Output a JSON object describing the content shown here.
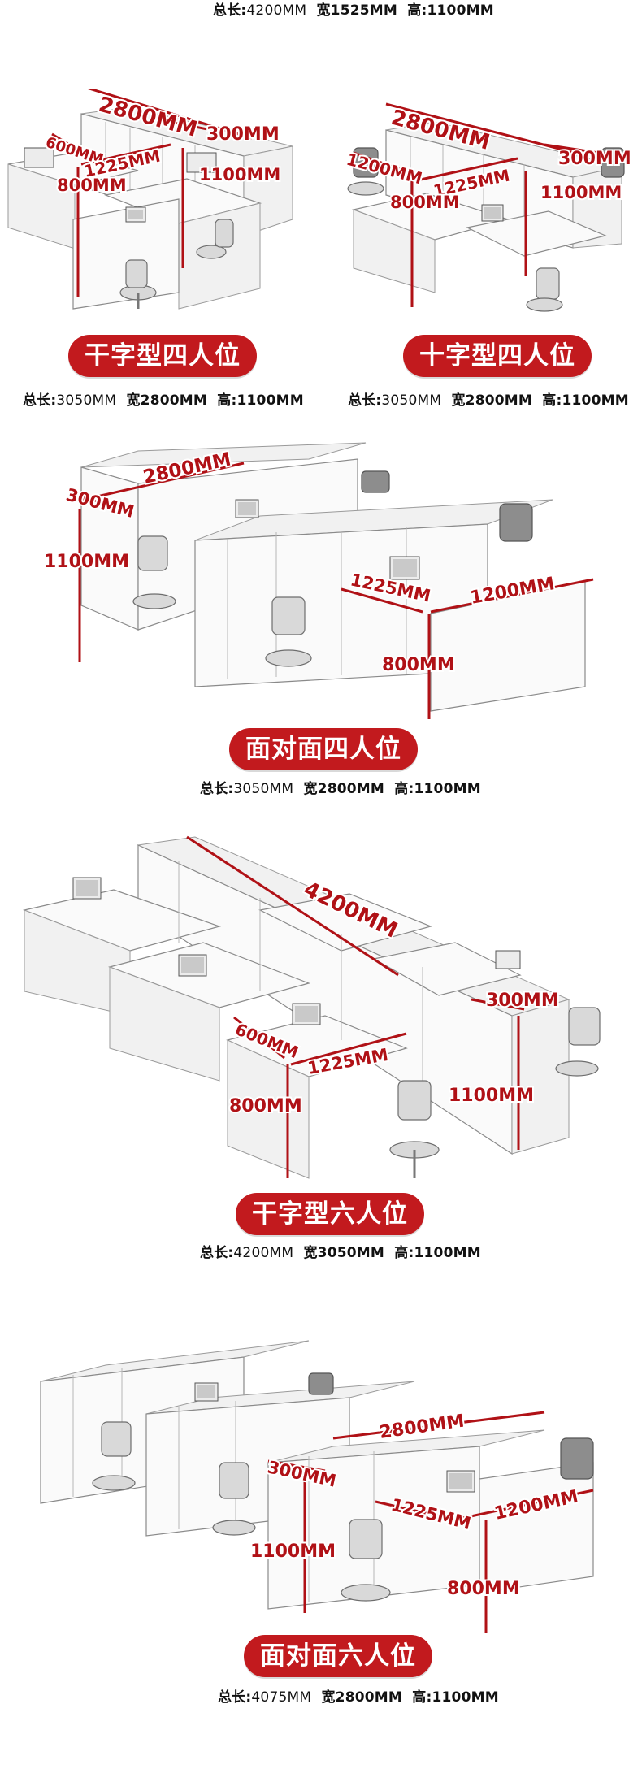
{
  "sections": [
    {
      "spec": {
        "len_label": "总长:",
        "len": "4200MM",
        "wid_label": "宽",
        "wid": "1525MM",
        "hgt_label": "高:",
        "hgt": "1100MM"
      }
    },
    {
      "title": "干字型四人位",
      "dims": {
        "length": "2800MM",
        "depth": "300MM",
        "side": "600MM",
        "desk": "1225MM",
        "height": "1100MM",
        "desk_h": "800MM"
      },
      "spec": {
        "len_label": "总长:",
        "len": "3050MM",
        "wid_label": "宽",
        "wid": "2800MM",
        "hgt_label": "高:",
        "hgt": "1100MM"
      }
    },
    {
      "title": "十字型四人位",
      "dims": {
        "length": "2800MM",
        "depth": "300MM",
        "side": "1200MM",
        "desk": "1225MM",
        "height": "1100MM",
        "desk_h": "800MM"
      },
      "spec": {
        "len_label": "总长:",
        "len": "3050MM",
        "wid_label": "宽",
        "wid": "2800MM",
        "hgt_label": "高:",
        "hgt": "1100MM"
      }
    },
    {
      "title": "面对面四人位",
      "dims": {
        "length": "2800MM",
        "depth": "300MM",
        "height": "1100MM",
        "desk": "1225MM",
        "side": "1200MM",
        "desk_h": "800MM"
      },
      "spec": {
        "len_label": "总长:",
        "len": "3050MM",
        "wid_label": "宽",
        "wid": "2800MM",
        "hgt_label": "高:",
        "hgt": "1100MM"
      }
    },
    {
      "title": "干字型六人位",
      "dims": {
        "length": "4200MM",
        "depth": "300MM",
        "side": "600MM",
        "desk": "1225MM",
        "height": "1100MM",
        "desk_h": "800MM"
      },
      "spec": {
        "len_label": "总长:",
        "len": "4200MM",
        "wid_label": "宽",
        "wid": "3050MM",
        "hgt_label": "高:",
        "hgt": "1100MM"
      }
    },
    {
      "title": "面对面六人位",
      "dims": {
        "length": "2800MM",
        "depth": "300MM",
        "desk": "1225MM",
        "side": "1200MM",
        "height": "1100MM",
        "desk_h": "800MM"
      },
      "spec": {
        "len_label": "总长:",
        "len": "4075MM",
        "wid_label": "宽",
        "wid": "2800MM",
        "hgt_label": "高:",
        "hgt": "1100MM"
      }
    }
  ],
  "colors": {
    "accent": "#c21a1e",
    "dim": "#b01116"
  }
}
